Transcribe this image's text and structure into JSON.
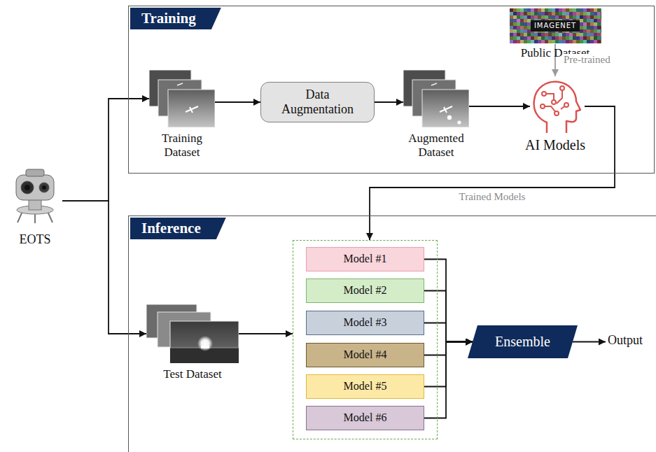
{
  "diagram": {
    "nodes": [
      {
        "text": [
          "EOTS"
        ]
      },
      {
        "text": [
          "Training"
        ]
      },
      {
        "text": [
          "Training Dataset"
        ],
        "in": 1
      },
      {
        "text": [
          "Data Augmentation"
        ],
        "in": 1
      },
      {
        "text": [
          "Augmented Dataset"
        ],
        "in": 1
      },
      {
        "text": [
          "IMAGENET",
          "Public Dataset"
        ],
        "in": 1
      },
      {
        "text": [
          "AI Models"
        ],
        "in": 1
      },
      {
        "text": [
          "Inference"
        ]
      },
      {
        "text": [
          "Test Dataset"
        ],
        "in": 7
      },
      {
        "text": [],
        "in": 7
      },
      {
        "text": [
          "Model #1"
        ],
        "in": 9
      },
      {
        "text": [
          "Model #2"
        ],
        "in": 9
      },
      {
        "text": [
          "Model #3"
        ],
        "in": 9
      },
      {
        "text": [
          "Model #4"
        ],
        "in": 9
      },
      {
        "text": [
          "Model #5"
        ],
        "in": 9
      },
      {
        "text": [
          "Model #6"
        ],
        "in": 9
      },
      {
        "text": [
          "Ensemble"
        ],
        "in": 7
      },
      {
        "text": [
          "Output"
        ],
        "in": 7
      }
    ],
    "edges": [
      {
        "from": 0,
        "to": 2,
        "arrow": "to"
      },
      {
        "from": 0,
        "to": 8,
        "arrow": "to"
      },
      {
        "from": 2,
        "to": 3,
        "arrow": "to"
      },
      {
        "from": 3,
        "to": 4,
        "arrow": "to"
      },
      {
        "from": 4,
        "to": 6,
        "arrow": "to"
      },
      {
        "from": 5,
        "to": 6,
        "label": "Pre-trained",
        "arrow": "to"
      },
      {
        "from": 6,
        "to": 9,
        "label": "Trained Models",
        "arrow": "to"
      },
      {
        "from": 8,
        "to": 9,
        "arrow": "to"
      },
      {
        "from": 10,
        "to": 16,
        "arrow": "to"
      },
      {
        "from": 11,
        "to": 16,
        "arrow": "to"
      },
      {
        "from": 12,
        "to": 16,
        "arrow": "to"
      },
      {
        "from": 13,
        "to": 16,
        "arrow": "to"
      },
      {
        "from": 14,
        "to": 16,
        "arrow": "to"
      },
      {
        "from": 15,
        "to": 16,
        "arrow": "to"
      },
      {
        "from": 16,
        "to": 17,
        "arrow": "to"
      }
    ]
  }
}
